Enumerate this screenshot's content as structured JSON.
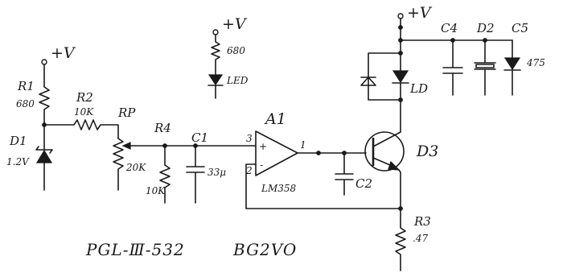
{
  "supply": {
    "vplus_r1": "+V",
    "vplus_led": "+V",
    "vplus_top": "+V"
  },
  "components": {
    "r1": {
      "name": "R1",
      "value": "680"
    },
    "d1": {
      "name": "D1",
      "value": "1.2V"
    },
    "r2": {
      "name": "R2",
      "value": "10K"
    },
    "rp": {
      "name": "RP",
      "value": "20K"
    },
    "r4": {
      "name": "R4",
      "value": "10K"
    },
    "c1": {
      "name": "C1",
      "value": "33μ"
    },
    "a1": {
      "name": "A1",
      "part": "LM358",
      "pin_plus": "+",
      "pin_minus": "-",
      "pin1": "1",
      "pin2": "2",
      "pin3": "3"
    },
    "c2": {
      "name": "C2"
    },
    "d3": {
      "name": "D3"
    },
    "r3": {
      "name": "R3",
      "value": ".47"
    },
    "ld": {
      "name": "LD"
    },
    "c4": {
      "name": "C4"
    },
    "d2": {
      "name": "D2"
    },
    "c5": {
      "name": "C5",
      "value": "475"
    },
    "led_res": {
      "value": "680"
    },
    "led": {
      "name": "LED"
    }
  },
  "notes": {
    "model": "PGL-Ⅲ-532",
    "code": "BG2VO"
  }
}
